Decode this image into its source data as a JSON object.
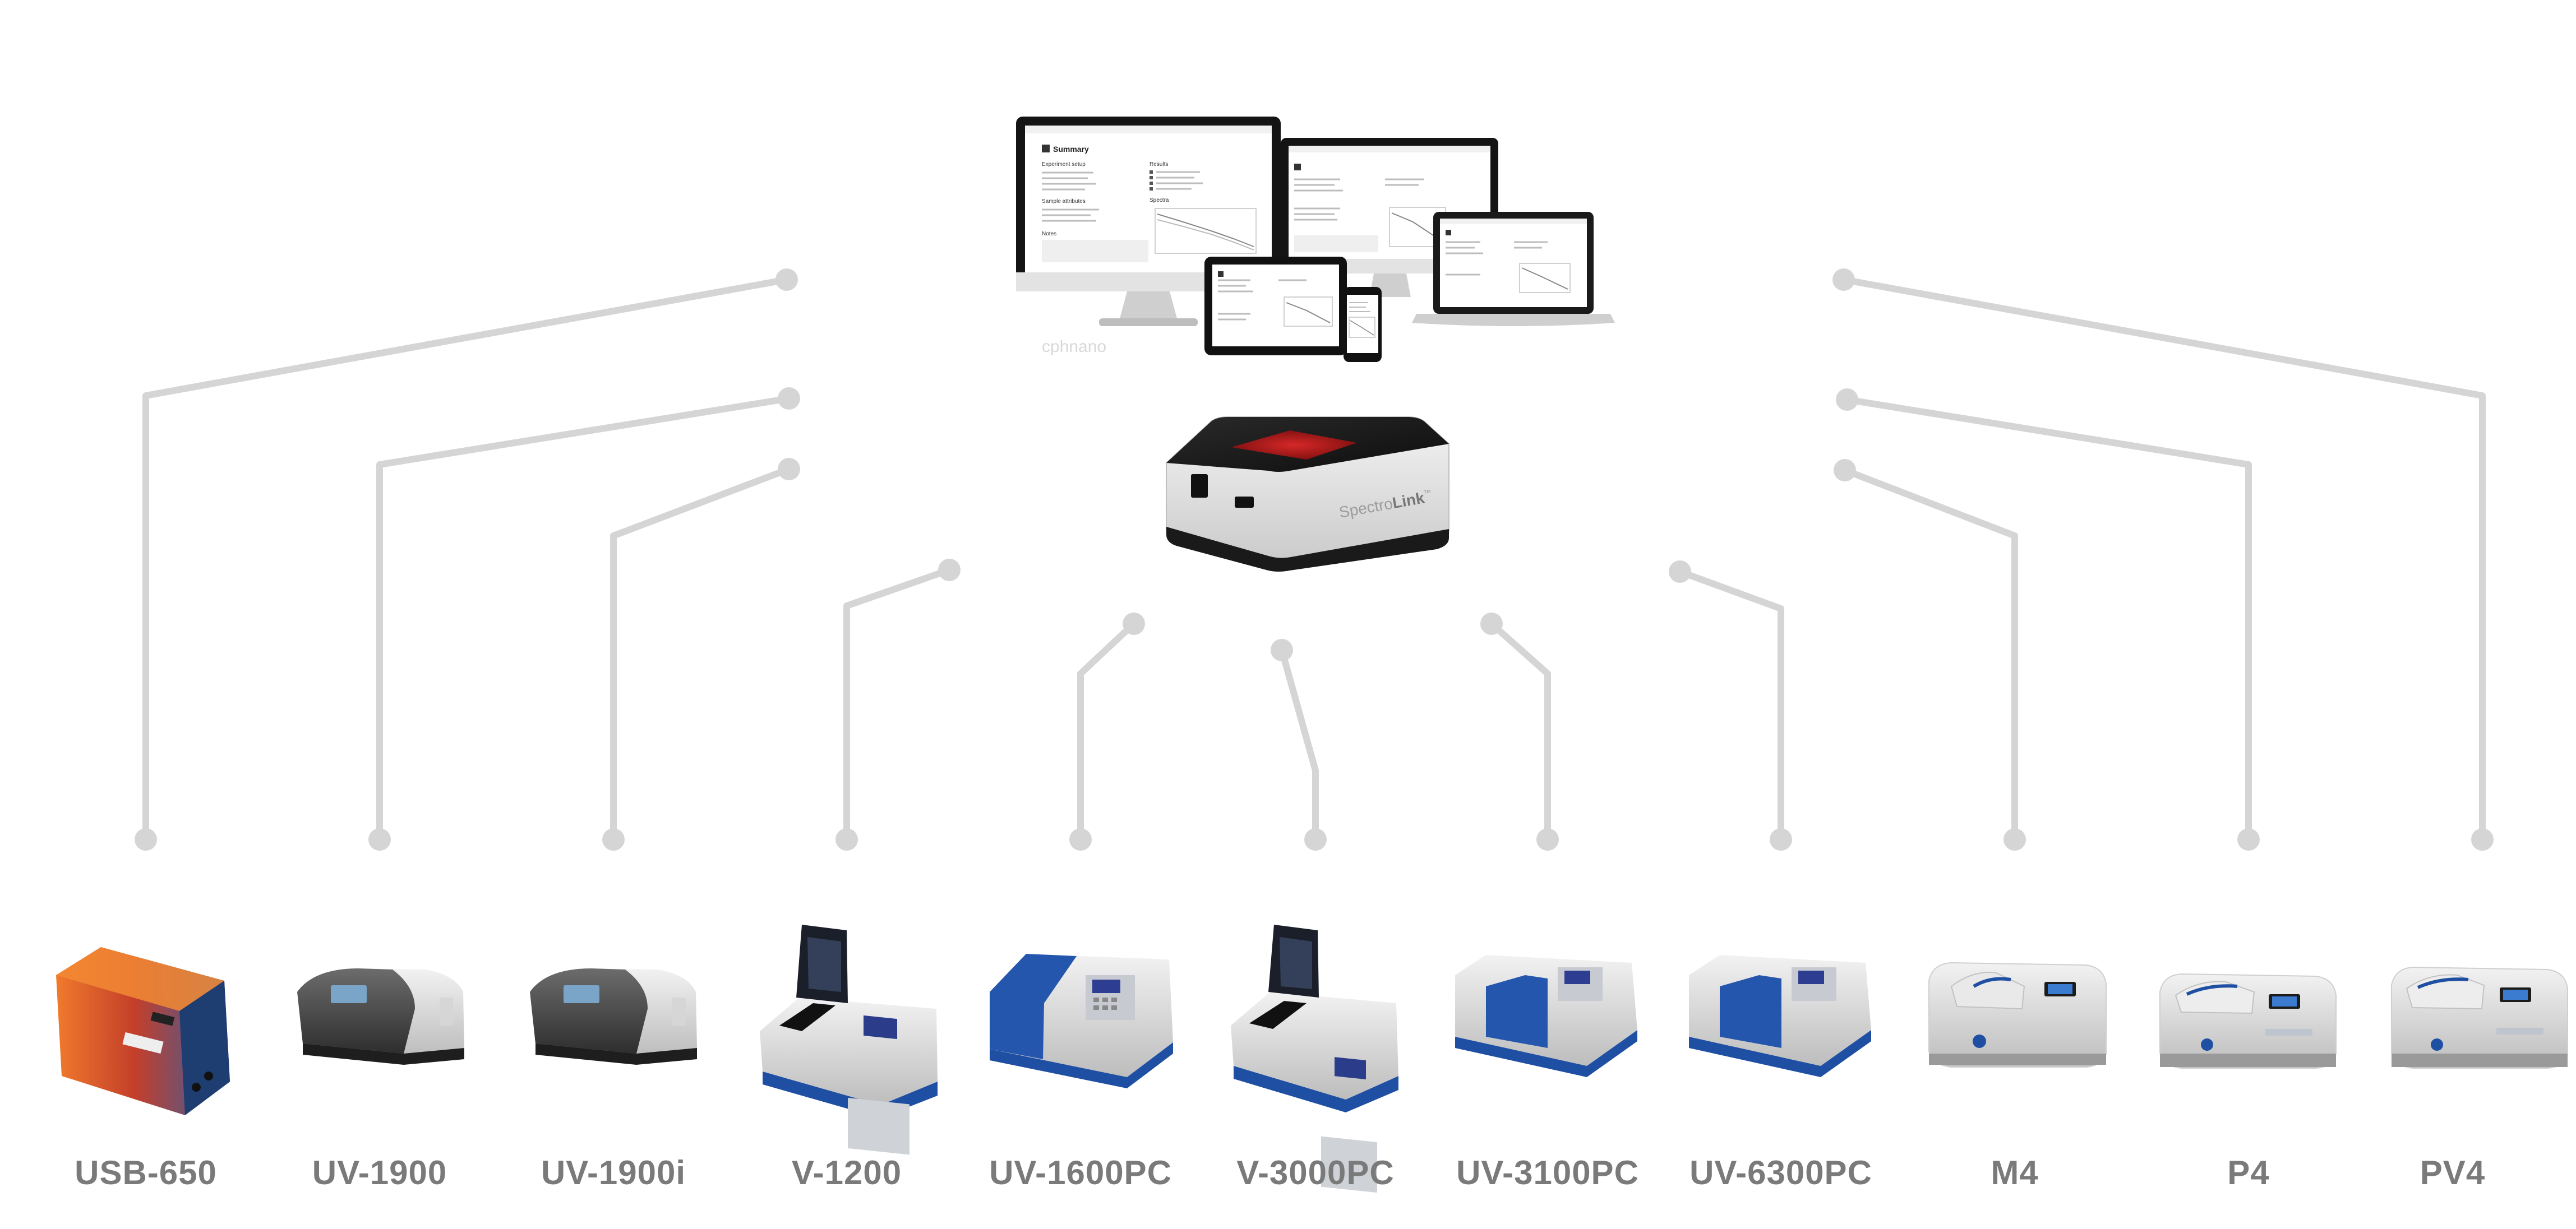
{
  "hub": {
    "brand_prefix": "Spectro",
    "brand_suffix": "Link",
    "tm": "™"
  },
  "devices_screen": {
    "watermark": "cphnano",
    "screen_title": "Summary",
    "section_setup": "Experiment setup",
    "section_sample": "Sample attributes",
    "section_notes": "Notes",
    "section_results": "Results",
    "section_spectra": "Spectra"
  },
  "colors": {
    "line": "#d5d5d5",
    "label": "#7a7a7a",
    "hub_red": "#c61a1a",
    "instrument_blue": "#1f4fa3",
    "usb_orange": "#e06a2a"
  },
  "instruments": [
    {
      "label": "USB-650",
      "icon": "usb-650-spectrometer-icon"
    },
    {
      "label": "UV-1900",
      "icon": "uv-1900-spectrophotometer-icon"
    },
    {
      "label": "UV-1900i",
      "icon": "uv-1900i-spectrophotometer-icon"
    },
    {
      "label": "V-1200",
      "icon": "v-1200-spectrophotometer-icon"
    },
    {
      "label": "UV-1600PC",
      "icon": "uv-1600pc-spectrophotometer-icon"
    },
    {
      "label": "V-3000PC",
      "icon": "v-3000pc-spectrophotometer-icon"
    },
    {
      "label": "UV-3100PC",
      "icon": "uv-3100pc-spectrophotometer-icon"
    },
    {
      "label": "UV-6300PC",
      "icon": "uv-6300pc-spectrophotometer-icon"
    },
    {
      "label": "M4",
      "icon": "m4-spectrophotometer-icon"
    },
    {
      "label": "P4",
      "icon": "p4-spectrophotometer-icon"
    },
    {
      "label": "PV4",
      "icon": "pv4-spectrophotometer-icon"
    }
  ]
}
